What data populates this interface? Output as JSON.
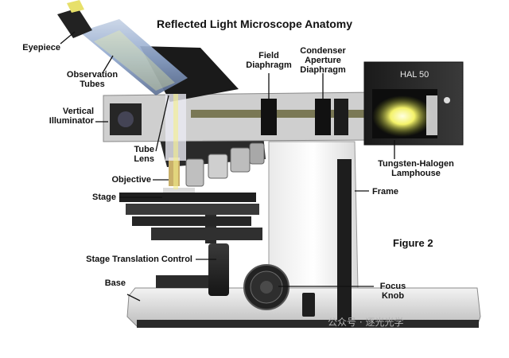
{
  "title": "Reflected Light Microscope Anatomy",
  "figure_label": "Figure 2",
  "lamp_text": "HAL 50",
  "watermark": "公众号 · 逐光光学",
  "labels": {
    "eyepiece": "Eyepiece",
    "observation_tubes": [
      "Observation",
      "Tubes"
    ],
    "vertical_illuminator": [
      "Vertical",
      "Illuminator"
    ],
    "tube_lens": [
      "Tube",
      "Lens"
    ],
    "objective": "Objective",
    "stage": "Stage",
    "stage_translation_control": "Stage Translation Control",
    "base": "Base",
    "field_diaphragm": [
      "Field",
      "Diaphragm"
    ],
    "condenser_aperture_diaphragm": [
      "Condenser",
      "Aperture",
      "Diaphragm"
    ],
    "tungsten_halogen_lamphouse": [
      "Tungsten-Halogen",
      "Lamphouse"
    ],
    "frame": "Frame",
    "focus_knob": [
      "Focus",
      "Knob"
    ]
  }
}
